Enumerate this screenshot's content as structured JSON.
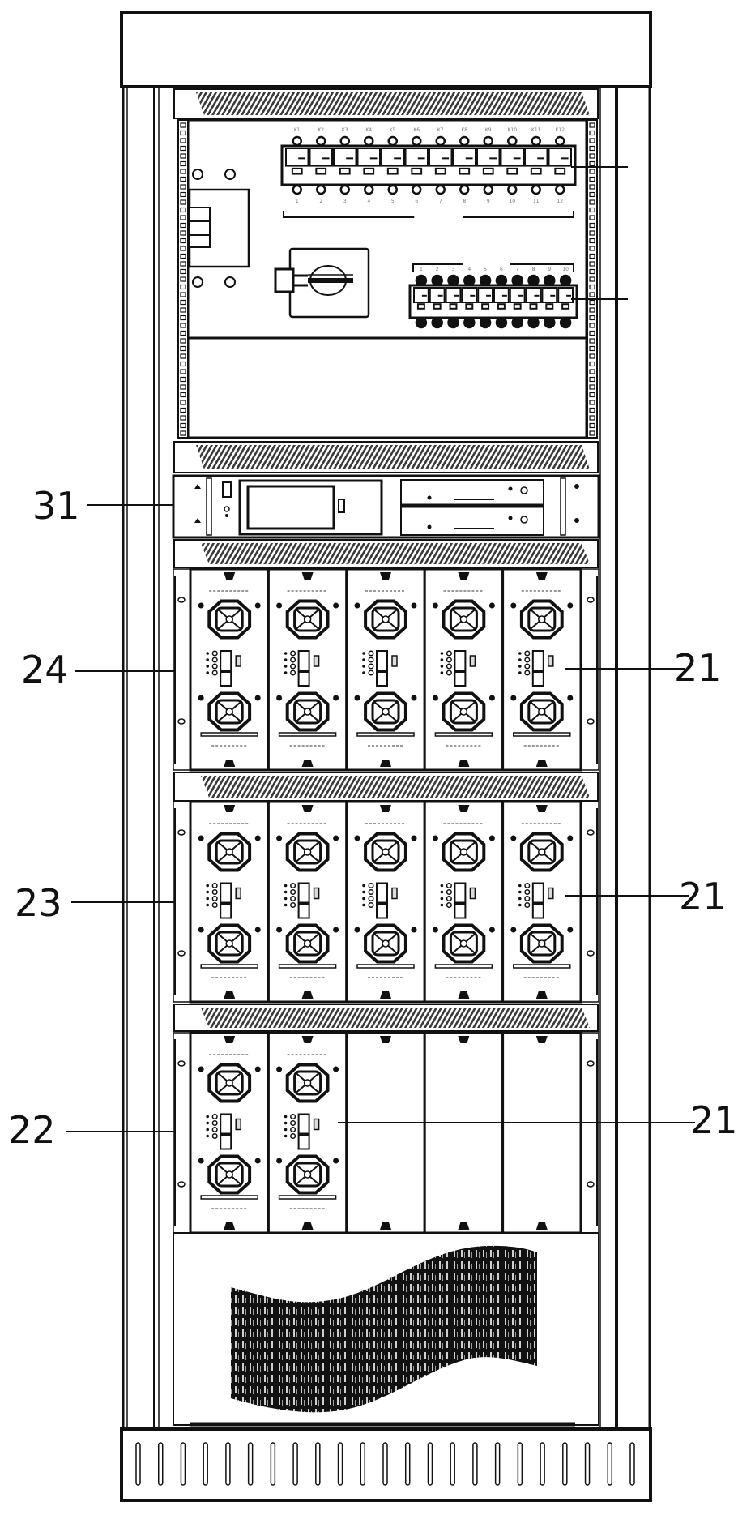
{
  "figure": {
    "type": "patent line drawing",
    "subject": "equipment cabinet (front view)",
    "ink_color": "#111111",
    "background_color": "#ffffff"
  },
  "reference_labels": [
    {
      "id": "label-31",
      "text": "31",
      "refers_to": "monitoring-controller-unit"
    },
    {
      "id": "label-24",
      "text": "24",
      "refers_to": "module-shelf-1"
    },
    {
      "id": "label-23",
      "text": "23",
      "refers_to": "module-shelf-2"
    },
    {
      "id": "label-22",
      "text": "22",
      "refers_to": "module-shelf-3"
    },
    {
      "id": "label-21a",
      "text": "21",
      "refers_to": "rectifier-module-shelf-1"
    },
    {
      "id": "label-21b",
      "text": "21",
      "refers_to": "rectifier-module-shelf-2"
    },
    {
      "id": "label-21c",
      "text": "21",
      "refers_to": "rectifier-module-shelf-3"
    }
  ],
  "distribution_panel": {
    "upper_breakers": {
      "count": 12,
      "top_labels": [
        "K1",
        "K2",
        "K3",
        "K4",
        "K5",
        "K6",
        "K7",
        "K8",
        "K9",
        "K10",
        "K11",
        "K12"
      ],
      "bottom_labels": [
        "1",
        "2",
        "3",
        "4",
        "5",
        "6",
        "7",
        "8",
        "9",
        "10",
        "11",
        "12"
      ]
    },
    "lower_breakers": {
      "count": 10,
      "top_labels": [
        "1",
        "2",
        "3",
        "4",
        "5",
        "6",
        "7",
        "8",
        "9",
        "10"
      ]
    },
    "rotary_switch": true
  },
  "module_shelves": [
    {
      "name": "shelf-1",
      "slots": 5,
      "populated": 5
    },
    {
      "name": "shelf-2",
      "slots": 5,
      "populated": 5
    },
    {
      "name": "shelf-3",
      "slots": 5,
      "populated": 2
    }
  ],
  "base": {
    "vent_slots": 23
  }
}
